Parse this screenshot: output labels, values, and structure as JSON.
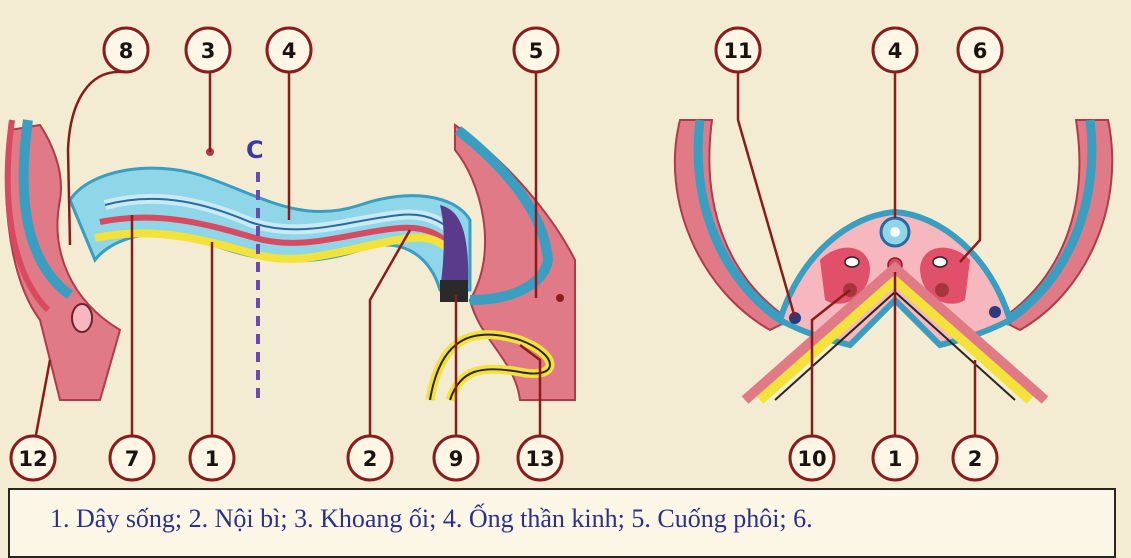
{
  "diagram": {
    "left_panel": {
      "labels": {
        "l8": "8",
        "l3": "3",
        "l4": "4",
        "l5": "5",
        "l12": "12",
        "l7": "7",
        "l1": "1",
        "l2": "2",
        "l9": "9",
        "l13": "13"
      },
      "section_line_label": "C"
    },
    "right_panel": {
      "labels": {
        "l11": "11",
        "l4": "4",
        "l6": "6",
        "l10": "10",
        "l1": "1",
        "l2": "2"
      }
    },
    "colors": {
      "ectoderm_blue": "#3a9ec0",
      "mesoderm_pink": "#d94a60",
      "endoderm_yellow": "#f2e23a",
      "neural_tube_cyan": "#8fd6e8",
      "stalk_red": "#e07a86",
      "label_circle_stroke": "#8a1c1c"
    }
  },
  "caption": {
    "text": "1. Dây sống; 2. Nội bì; 3. Khoang ối; 4. Ống thần kinh; 5. Cuống phôi; 6."
  }
}
